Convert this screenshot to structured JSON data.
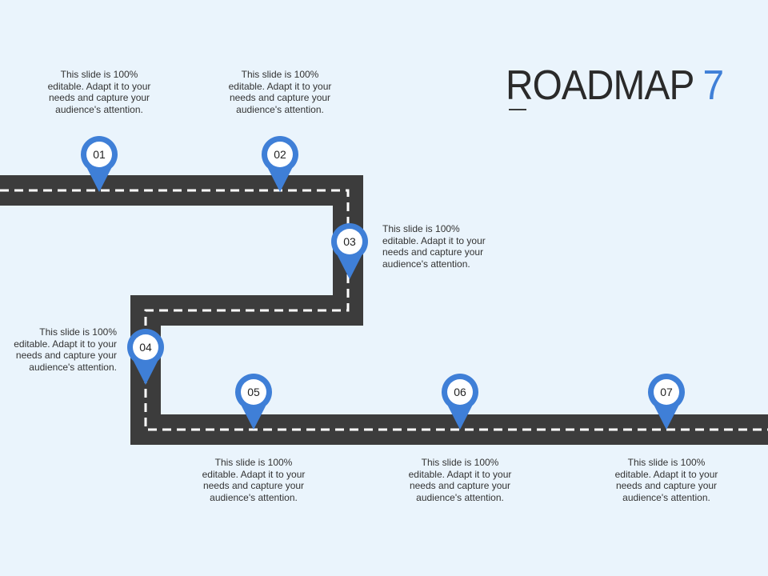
{
  "title": {
    "text": "ROADMAP",
    "number": "7"
  },
  "colors": {
    "road": "#3c3c3c",
    "dash": "#ffffff",
    "pin": "#3f7fd7",
    "title_number": "#3f7fd7"
  },
  "milestones": [
    {
      "label": "01",
      "text": "This slide is 100% editable. Adapt it to your needs and capture your audience's attention."
    },
    {
      "label": "02",
      "text": "This slide is 100% editable. Adapt it to your needs and capture your audience's attention."
    },
    {
      "label": "03",
      "text": "This slide is 100% editable. Adapt it to your needs and capture your audience's attention."
    },
    {
      "label": "04",
      "text": "This slide is 100% editable. Adapt it to your needs and capture your audience's attention."
    },
    {
      "label": "05",
      "text": "This slide is 100% editable. Adapt it to your needs and capture your audience's attention."
    },
    {
      "label": "06",
      "text": "This slide is 100% editable. Adapt it to your needs and capture your audience's attention."
    },
    {
      "label": "07",
      "text": "This slide is 100% editable. Adapt it to your needs and capture your audience's attention."
    }
  ]
}
